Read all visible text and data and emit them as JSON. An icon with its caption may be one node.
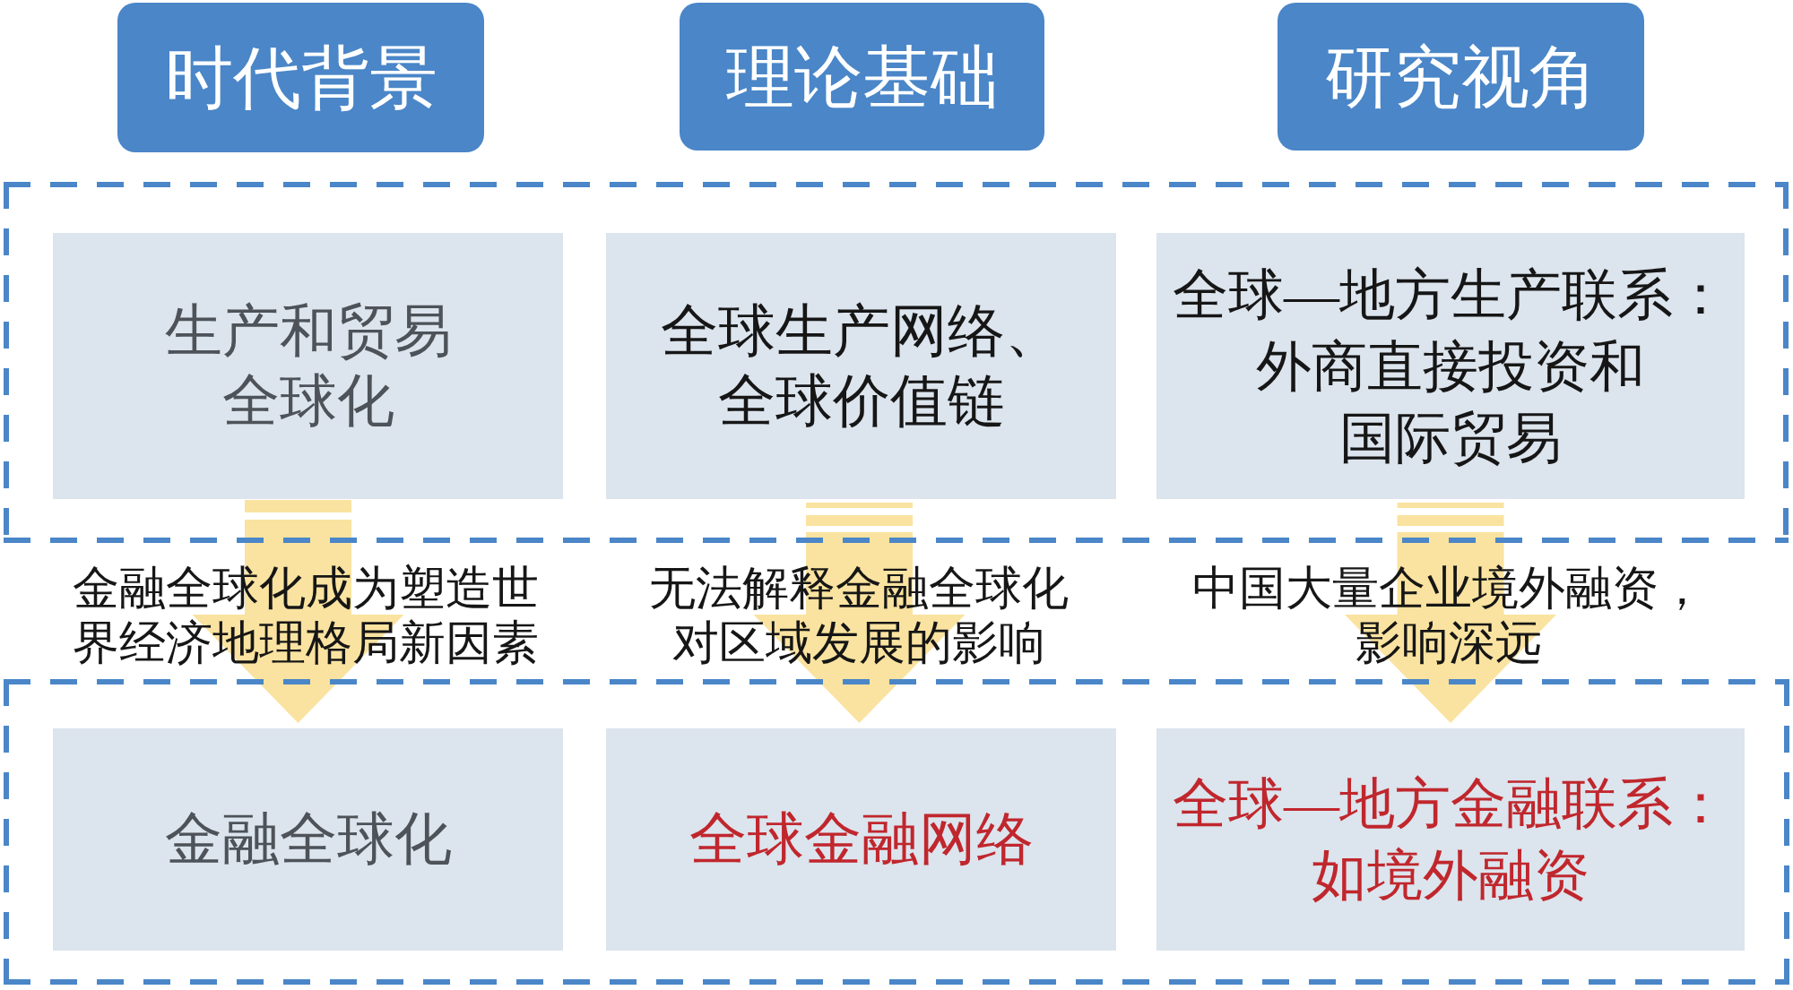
{
  "diagram": {
    "nodes": [
      {
        "text": [
          "时代背景"
        ]
      },
      {
        "text": [
          "理论基础"
        ]
      },
      {
        "text": [
          "研究视角"
        ]
      },
      {
        "text": [],
        "shape": "box"
      },
      {
        "text": [
          "生产和贸易全球化"
        ],
        "in": 3
      },
      {
        "text": [
          "全球生产网络、全球价值链"
        ],
        "in": 3
      },
      {
        "text": [
          "全球—地方生产联系：",
          "外商直接投资和国际贸易"
        ],
        "in": 3
      },
      {
        "text": [],
        "shape": "box"
      },
      {
        "text": [
          "金融全球化"
        ],
        "in": 7
      },
      {
        "text": [
          "全球金融网络"
        ],
        "in": 7
      },
      {
        "text": [
          "全球—地方金融联系：",
          "如境外融资"
        ],
        "in": 7
      }
    ],
    "edges": [
      {
        "from": 4,
        "to": 8,
        "arrow": "to",
        "label": "金融全球化成为塑造世界经济地理格局新因素"
      },
      {
        "from": 5,
        "to": 9,
        "arrow": "to",
        "label": "无法解释金融全球化对区域发展的影响"
      },
      {
        "from": 6,
        "to": 10,
        "arrow": "to",
        "label": "中国大量企业境外融资，影响深远"
      }
    ]
  }
}
